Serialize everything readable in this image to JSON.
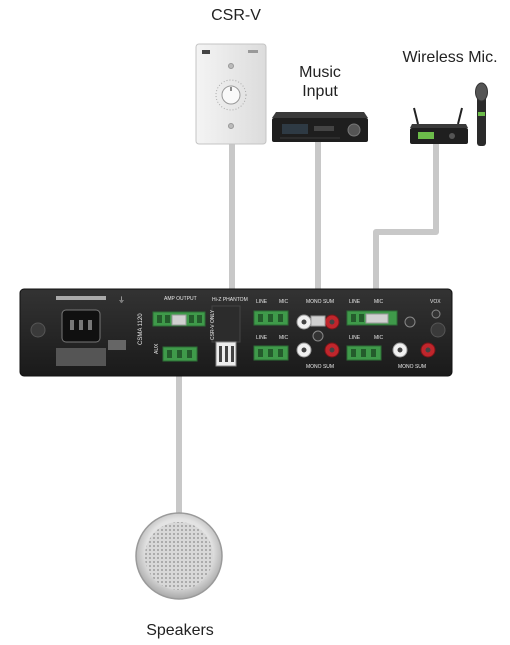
{
  "devices": {
    "csr_v": {
      "label": "CSR-V"
    },
    "music_input": {
      "label_line1": "Music",
      "label_line2": "Input"
    },
    "wireless_mic": {
      "label": "Wireless Mic."
    },
    "speakers": {
      "label": "Speakers"
    }
  },
  "amplifier": {
    "model": "CSMA 1120",
    "amp_output": "AMP OUTPUT",
    "hiz_phantom": "Hi-Z PHANTOM",
    "csr_only": "CSR-V ONLY",
    "line": "LINE",
    "mic": "MIC",
    "mono_sum": "MONO SUM",
    "vox": "VOX",
    "aux": "AUX"
  },
  "colors": {
    "cable": "#c8c8c8",
    "chassis": "#232323",
    "terminal_green": "#3f9a4a",
    "rca_red": "#c0262c"
  }
}
